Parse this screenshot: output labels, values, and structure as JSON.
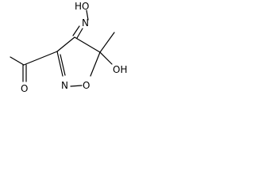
{
  "atoms": {
    "oxime_oh": "HO",
    "oxime_n": "N",
    "ring_n": "N",
    "ring_o": "O",
    "hydroxyl": "OH",
    "carbonyl_o": "O"
  },
  "colors": {
    "background": "#ffffff",
    "ink": "#000000"
  }
}
